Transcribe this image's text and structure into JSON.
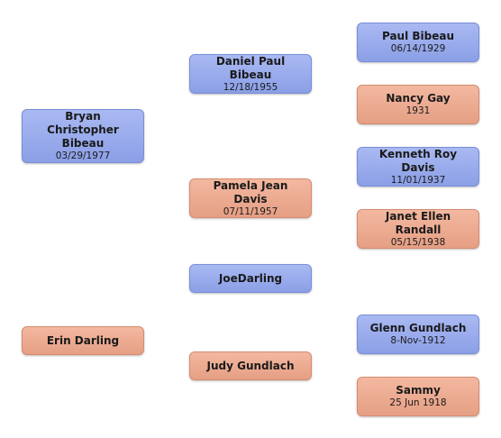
{
  "people": {
    "bryan": {
      "name": "Bryan Christopher Bibeau",
      "date": "03/29/1977"
    },
    "erin": {
      "name": "Erin Darling",
      "date": ""
    },
    "daniel": {
      "name": "Daniel Paul Bibeau",
      "date": "12/18/1955"
    },
    "pamela": {
      "name": "Pamela Jean Davis",
      "date": "07/11/1957"
    },
    "joe": {
      "name": "JoeDarling",
      "date": ""
    },
    "judy": {
      "name": "Judy Gundlach",
      "date": ""
    },
    "paul": {
      "name": "Paul Bibeau",
      "date": "06/14/1929"
    },
    "nancy": {
      "name": "Nancy Gay",
      "date": "1931"
    },
    "kenneth": {
      "name": "Kenneth Roy Davis",
      "date": "11/01/1937"
    },
    "janet": {
      "name": "Janet Ellen Randall",
      "date": "05/15/1938"
    },
    "glenn": {
      "name": "Glenn Gundlach",
      "date": "8-Nov-1912"
    },
    "sammy": {
      "name": "Sammy",
      "date": "25 Jun 1918"
    }
  },
  "colors": {
    "male": "#96a9ec",
    "female": "#eba88d"
  }
}
